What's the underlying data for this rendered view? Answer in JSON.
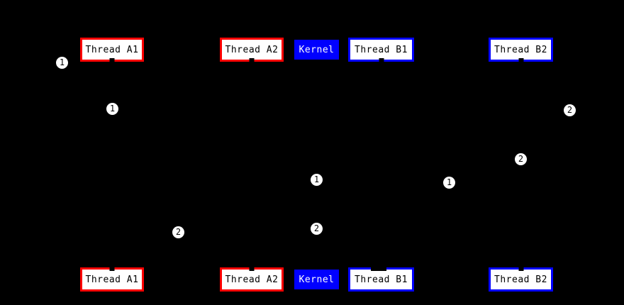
{
  "diagram": {
    "type": "sequence-diagram",
    "background": "#000000",
    "colors": {
      "thread_a_border": "#FF0000",
      "thread_b_border": "#0000FF",
      "kernel_fill": "#0000FF",
      "kernel_text": "#FFFFFF",
      "participant_fill": "#FFFFFF",
      "participant_text": "#000000",
      "badge_fill": "#FFFFFF",
      "badge_text": "#000000"
    },
    "participants": [
      {
        "label": "Thread A1",
        "style": "red-border"
      },
      {
        "label": "Thread A2",
        "style": "red-border"
      },
      {
        "label": "Kernel",
        "style": "blue-filled"
      },
      {
        "label": "Thread B1",
        "style": "blue-border"
      },
      {
        "label": "Thread B2",
        "style": "blue-border"
      }
    ],
    "badges": [
      {
        "label": "1"
      },
      {
        "label": "1"
      },
      {
        "label": "2"
      },
      {
        "label": "2"
      },
      {
        "label": "1"
      },
      {
        "label": "1"
      },
      {
        "label": "2"
      },
      {
        "label": "2"
      }
    ]
  }
}
